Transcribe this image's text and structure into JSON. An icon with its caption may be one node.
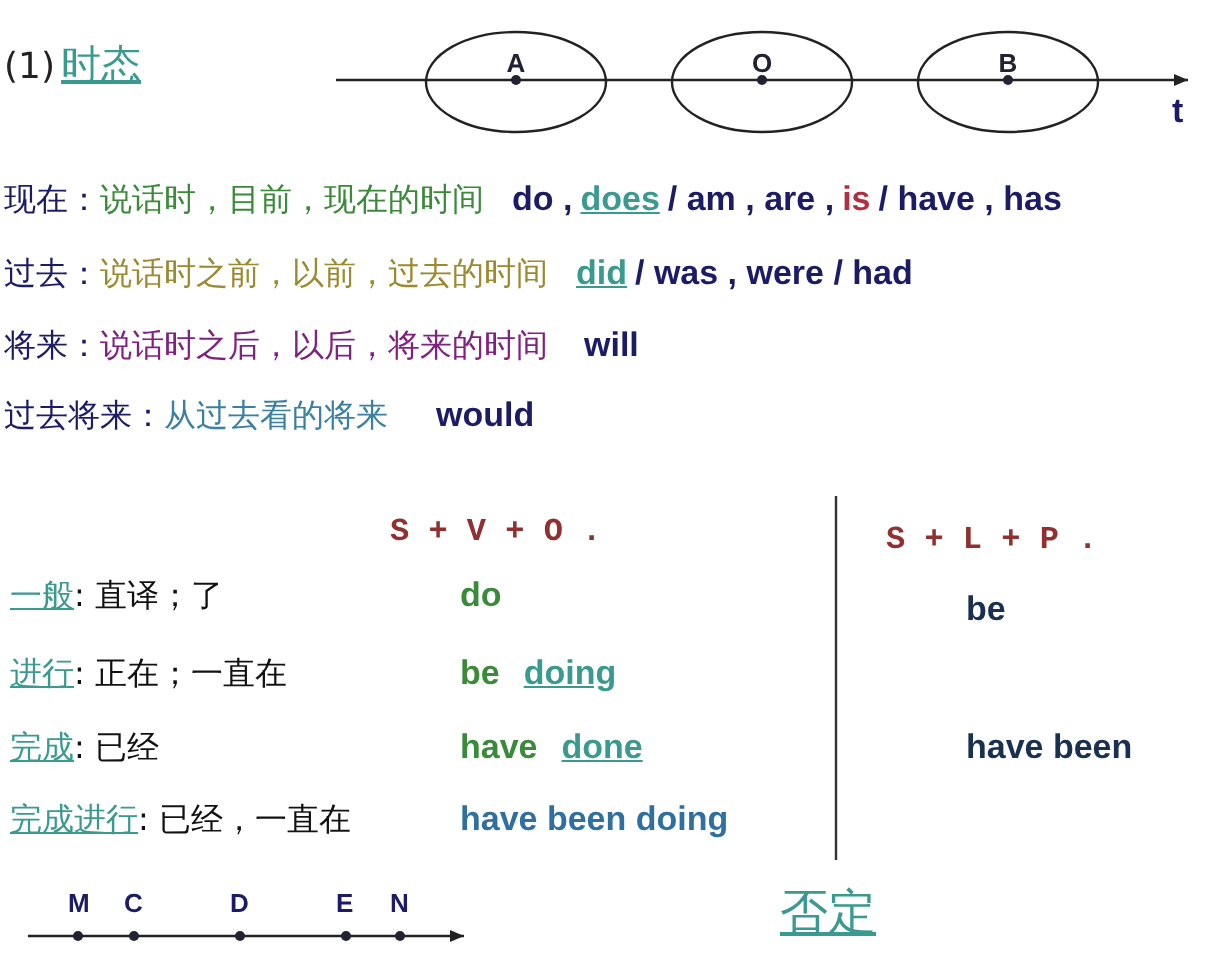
{
  "diagram": {
    "nodes": [
      {
        "text": [
          "A"
        ]
      },
      {
        "text": [
          "O"
        ]
      },
      {
        "text": [
          "B"
        ]
      }
    ],
    "edges": [],
    "labels": [
      "(1)",
      "时态",
      "t",
      "现在：",
      "说话时，目前，现在的时间",
      "do ,",
      "does",
      "/ am , are ,",
      "is",
      "/ have , has",
      "过去：",
      "说话时之前，以前，过去的时间",
      "did",
      "/ was , were / had",
      "将来：",
      "说话时之后，以后，将来的时间",
      "will",
      "过去将来：",
      "从过去看的将来",
      "would",
      "S + V + O .",
      "S + L + P .",
      "一般",
      ": 直译；了",
      "do",
      "be",
      "进行",
      ": 正在；一直在",
      "be",
      "doing",
      "完成",
      ": 已经",
      "have",
      "done",
      "have been",
      "完成进行",
      ": 已经，一直在",
      "have been doing",
      "M",
      "C",
      "D",
      "E",
      "N",
      "否定"
    ]
  }
}
